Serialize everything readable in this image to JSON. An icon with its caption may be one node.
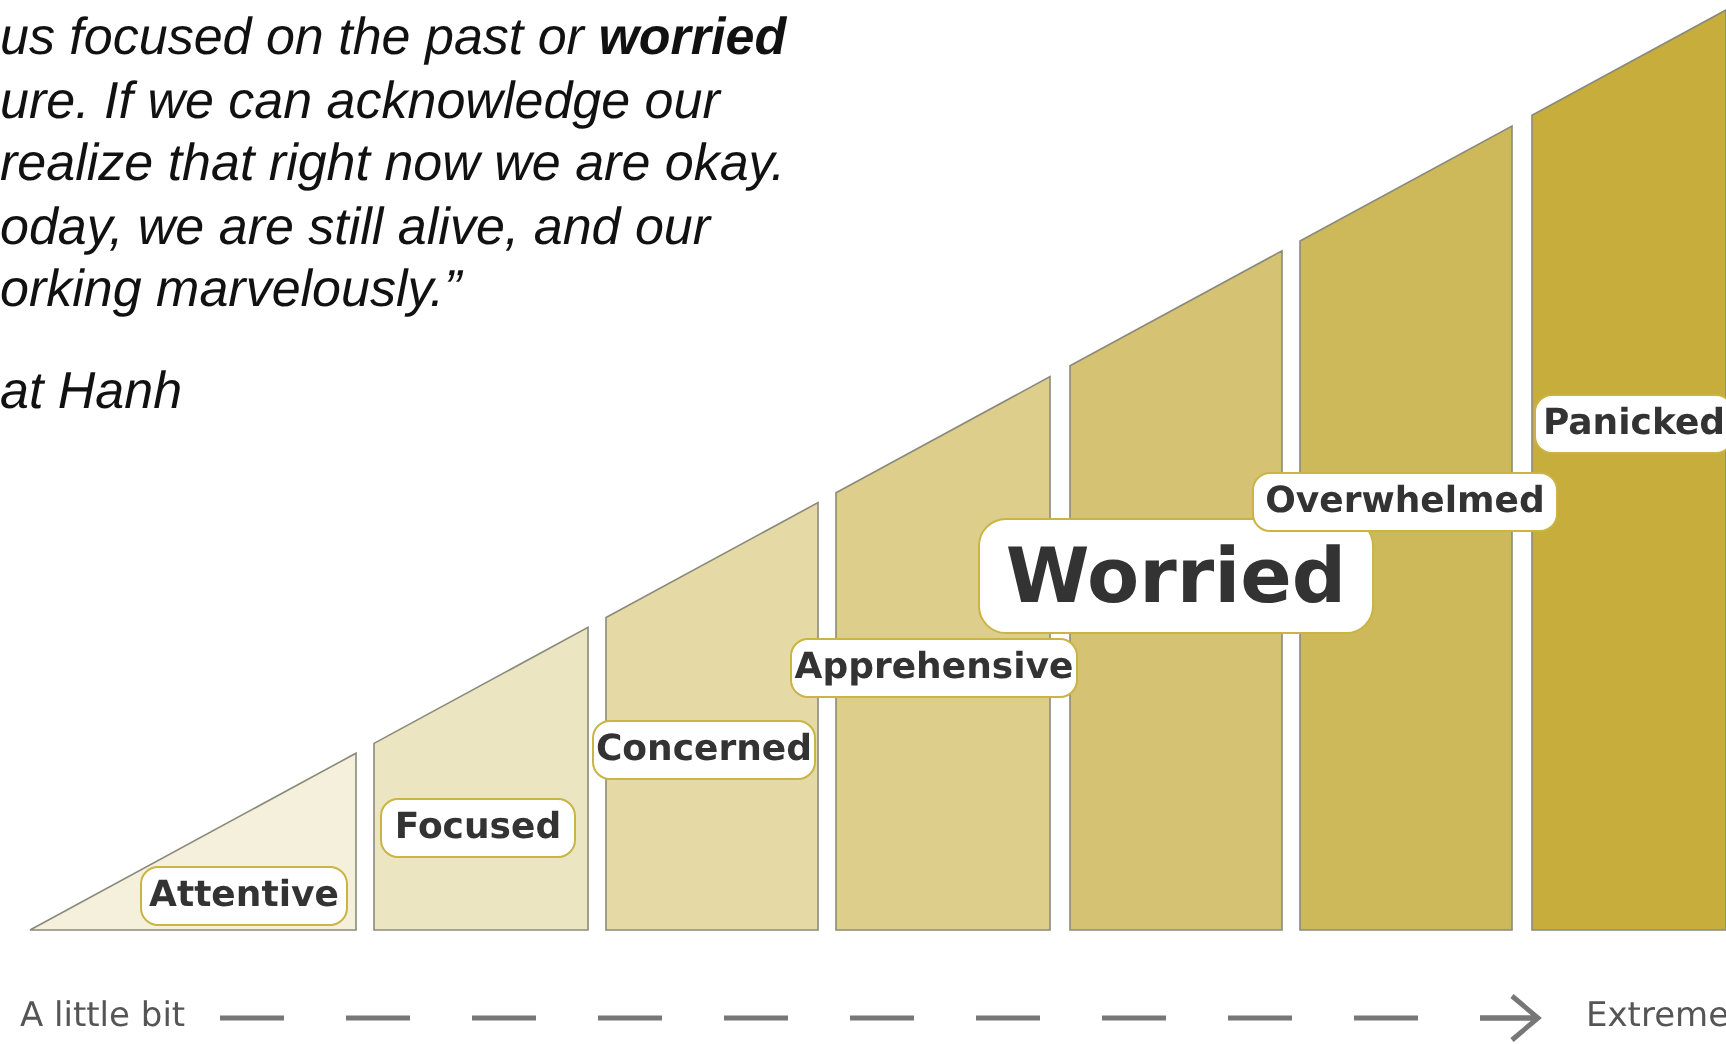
{
  "diagram": {
    "nodes": [
      {
        "text": [
          "Attentive"
        ]
      },
      {
        "text": [
          "Focused"
        ]
      },
      {
        "text": [
          "Concerned"
        ]
      },
      {
        "text": [
          "Apprehensive"
        ]
      },
      {
        "text": [
          "Worried"
        ]
      },
      {
        "text": [
          "Overwhelmed"
        ]
      },
      {
        "text": [
          "Panicked"
        ]
      }
    ],
    "edges": [],
    "labels": [
      "us focused on the past or **worried** ure. If we can acknowledge our realize that right now we are okay. oday, we are still alive, and our orking marvelously.”",
      "at Hanh",
      "A little bit",
      "Extreme"
    ]
  }
}
